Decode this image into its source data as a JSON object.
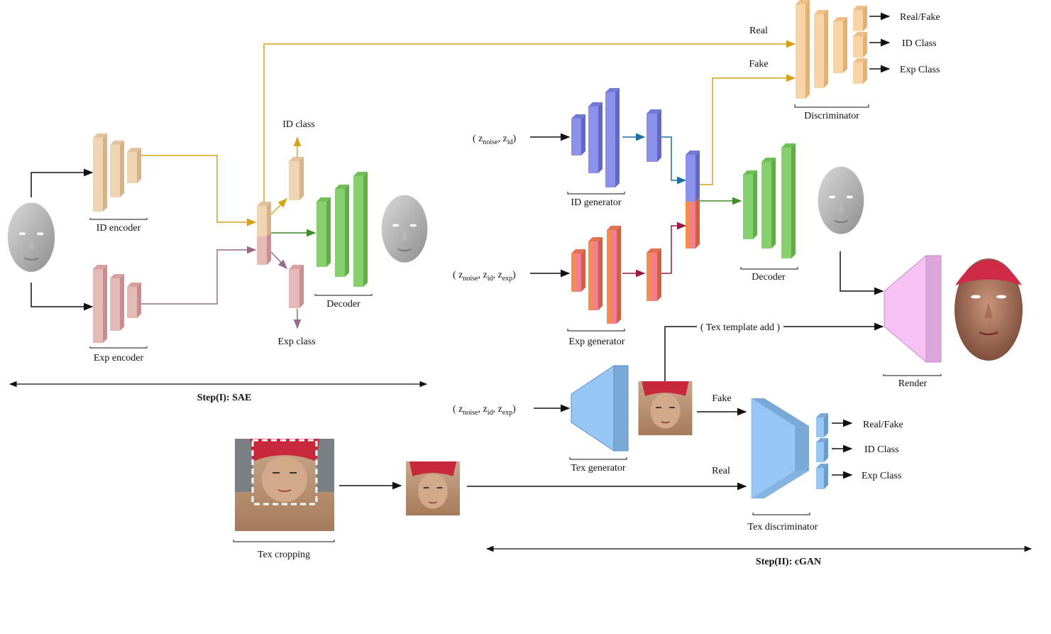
{
  "sae": {
    "id_encoder": "ID encoder",
    "exp_encoder": "Exp encoder",
    "id_class": "ID class",
    "exp_class": "Exp class",
    "decoder": "Decoder",
    "step": "Step(I): SAE"
  },
  "cgan": {
    "input_id_open": "( z",
    "input_id_s1": "noise",
    "input_id_m1": ", z",
    "input_id_s2": "id",
    "input_id_close": ")",
    "input_exp_open": "( z",
    "input_exp_s1": "noise",
    "input_exp_m1": ", z",
    "input_exp_s2": "id",
    "input_exp_m2": ", z",
    "input_exp_s3": "exp",
    "input_exp_close": ")",
    "id_generator": "ID generator",
    "exp_generator": "Exp generator",
    "decoder": "Decoder",
    "discriminator": "Discriminator",
    "real": "Real",
    "fake": "Fake",
    "out_real_fake": "Real/Fake",
    "out_id_class": "ID Class",
    "out_exp_class": "Exp Class",
    "tex_template_add": "( Tex template add )",
    "render": "Render",
    "tex_generator": "Tex generator",
    "tex_fake": "Fake",
    "tex_real": "Real",
    "tex_out_real_fake": "Real/Fake",
    "tex_out_id_class": "ID Class",
    "tex_out_exp_class": "Exp Class",
    "tex_discriminator": "Tex discriminator",
    "tex_cropping": "Tex cropping",
    "step": "Step(II): cGAN"
  },
  "colors": {
    "id_block": "#f0d5b4",
    "exp_block": "#e6b9b9",
    "decoder_block": "#86d16e",
    "id_gen_block": "#8c92ea",
    "exp_gen_block": "#f57f6e",
    "disc_block": "#f9d4a6",
    "tex_block": "#95c6f4",
    "render_block": "#f6c2f4",
    "arrow_gold": "#d6a21a",
    "arrow_purple": "#9a6a8e",
    "arrow_green": "#3e8e2a",
    "arrow_teal": "#1f6fa3",
    "arrow_crimson": "#9a1a45"
  }
}
